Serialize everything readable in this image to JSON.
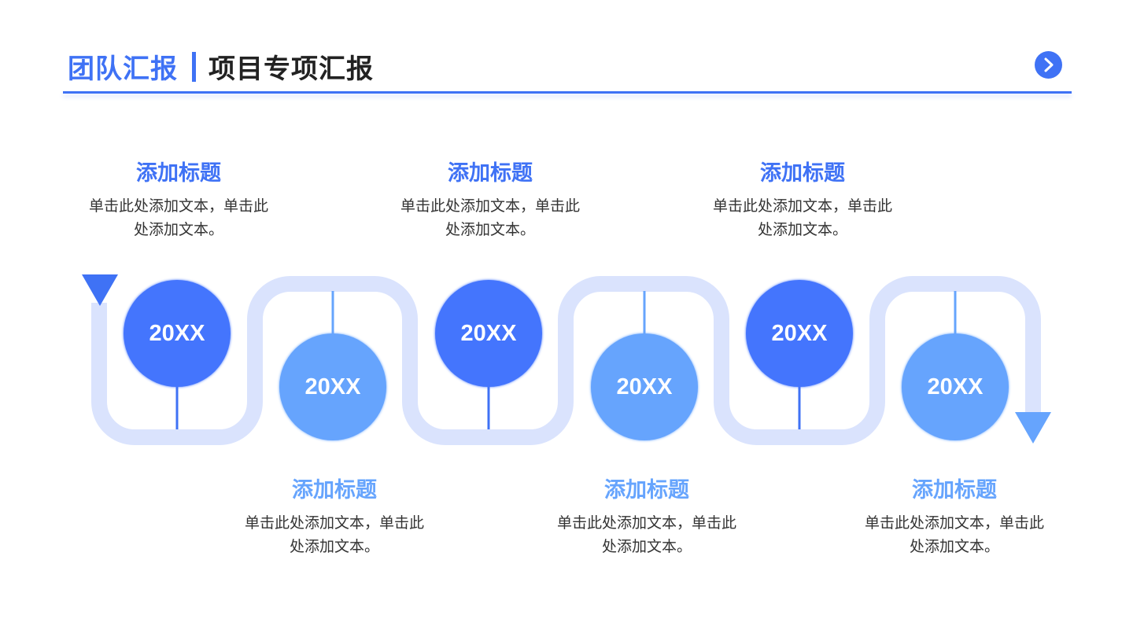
{
  "header": {
    "section": "团队汇报",
    "title": "项目专项汇报",
    "next_icon": "chevron-right-icon"
  },
  "colors": {
    "primary": "#3f72f5",
    "dark_circle": "#4475fd",
    "light_circle": "#66a4fd",
    "path": "#dae3fd"
  },
  "milestones": [
    {
      "year": "20XX",
      "title": "添加标题",
      "text": "单击此处添加文本，单击此处添加文本。"
    },
    {
      "year": "20XX",
      "title": "添加标题",
      "text": "单击此处添加文本，单击此处添加文本。"
    },
    {
      "year": "20XX",
      "title": "添加标题",
      "text": "单击此处添加文本，单击此处添加文本。"
    },
    {
      "year": "20XX",
      "title": "添加标题",
      "text": "单击此处添加文本，单击此处添加文本。"
    },
    {
      "year": "20XX",
      "title": "添加标题",
      "text": "单击此处添加文本，单击此处添加文本。"
    },
    {
      "year": "20XX",
      "title": "添加标题",
      "text": "单击此处添加文本，单击此处添加文本。"
    }
  ]
}
